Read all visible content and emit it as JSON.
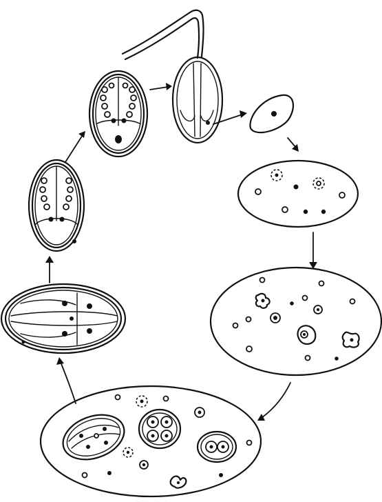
{
  "figure": {
    "stages": [
      {
        "id": "sporocyst-with-sporozoites",
        "icon": "oocyst-with-two-sporocysts"
      },
      {
        "id": "excysting-sporozoite",
        "icon": "sporozoite-icon"
      },
      {
        "id": "trophozoite",
        "icon": "cell-icon"
      },
      {
        "id": "schizont",
        "icon": "cell-icon"
      },
      {
        "id": "merozoites",
        "icon": "cell-icon"
      },
      {
        "id": "gamonts-and-zygote",
        "icon": "cell-icon"
      },
      {
        "id": "unsporulated-oocyst",
        "icon": "oocyst-icon"
      },
      {
        "id": "sporulating-oocyst",
        "icon": "oocyst-icon"
      }
    ],
    "cycle_direction": "clockwise",
    "colors": {
      "ink": "#111111",
      "paper": "#ffffff"
    }
  }
}
